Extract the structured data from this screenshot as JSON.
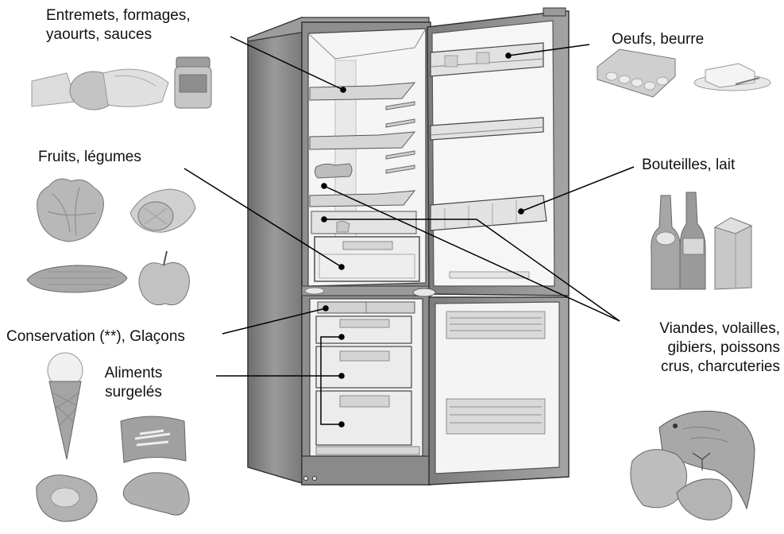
{
  "labels": {
    "entremets_line1": "Entremets, formages,",
    "entremets_line2": "yaourts, sauces",
    "fruits": "Fruits, légumes",
    "conservation": "Conservation (**), Glaçons",
    "aliments_line1": "Aliments",
    "aliments_line2": "surgelés",
    "oeufs": "Oeufs, beurre",
    "bouteilles": "Bouteilles, lait",
    "viandes_line1": "Viandes, volailles,",
    "viandes_line2": "gibiers, poissons",
    "viandes_line3": "crus, charcuteries"
  },
  "colors": {
    "cabinet": "#8a8a8a",
    "cabinet_dark": "#5a5a5a",
    "interior": "#f4f4f4",
    "shelf": "#d0d0d0",
    "food": "#b5b5b5",
    "leader": "#000000"
  }
}
